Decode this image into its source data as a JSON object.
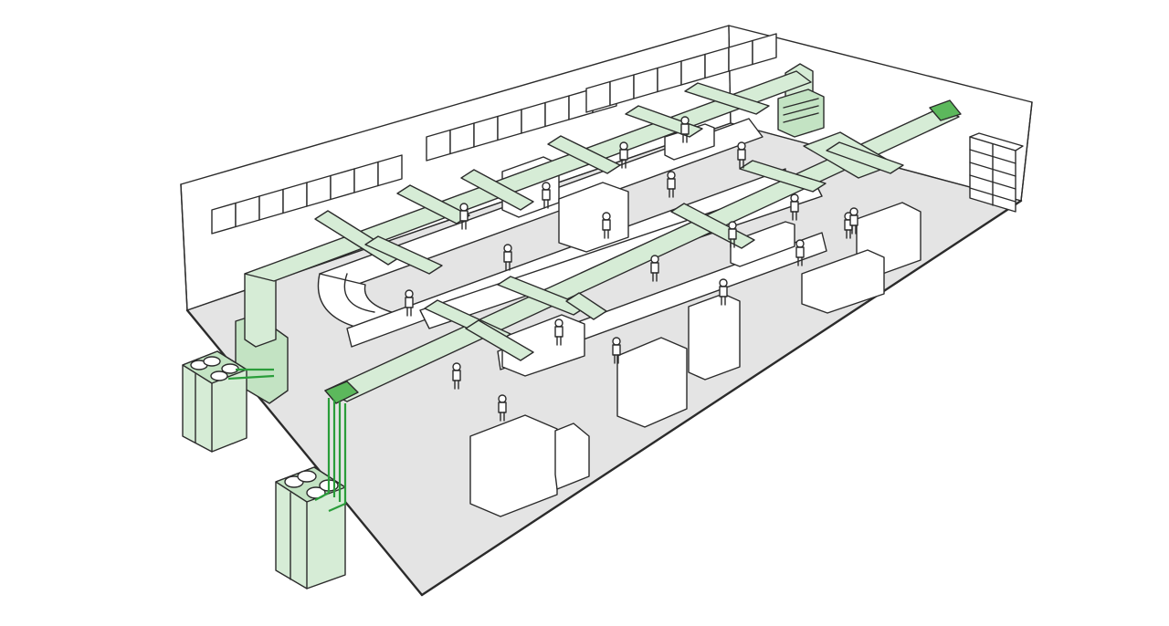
{
  "diagram": {
    "type": "isometric-hvac-facility-illustration",
    "colors": {
      "duct_fill": "#d6ecd6",
      "duct_side": "#c3e3c3",
      "duct_accent": "#5cb85c",
      "pipe": "#2a9d3a",
      "floor": "#e4e4e4",
      "outline": "#2b2b2b",
      "background": "#ffffff"
    },
    "components": {
      "rooftop_units": 2,
      "air_handlers": 2,
      "conveyor_lines": 2,
      "workers": 20,
      "storage_rack": 1,
      "packing_stations": 4
    },
    "icons": [
      "condenser-unit-icon",
      "air-handler-icon",
      "duct-icon",
      "worker-icon",
      "conveyor-icon",
      "shelf-rack-icon"
    ]
  }
}
